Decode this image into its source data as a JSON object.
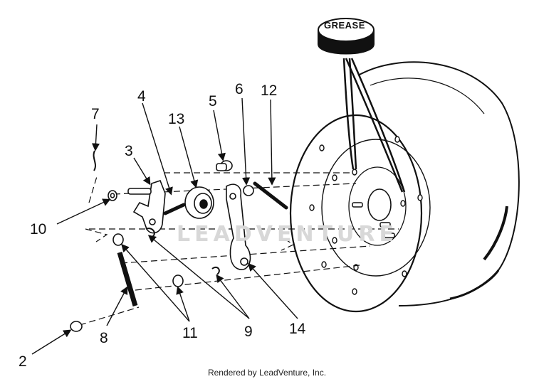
{
  "diagram": {
    "grease_label": "GREASE",
    "watermark": "LEADVENTURE",
    "footer": "Rendered by LeadVenture, Inc.",
    "callouts": {
      "c2": "2",
      "c3": "3",
      "c4": "4",
      "c5": "5",
      "c6": "6",
      "c7": "7",
      "c8": "8",
      "c9": "9",
      "c10": "10",
      "c11": "11",
      "c12": "12",
      "c13": "13",
      "c14": "14"
    }
  }
}
